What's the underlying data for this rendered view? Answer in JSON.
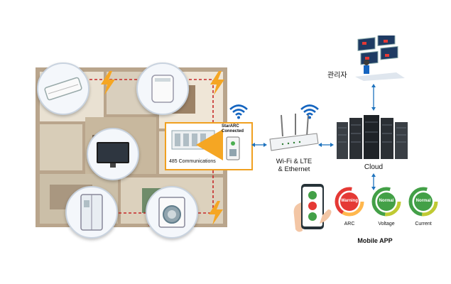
{
  "comm_box": {
    "label": "485 Communications",
    "device_label_line1": "StarARC",
    "device_label_line2": "Connected"
  },
  "network": {
    "router_label_line1": "Wi-Fi & LTE",
    "router_label_line2": "& Ethernet"
  },
  "cloud_label": "Cloud",
  "admin_label": "관리자",
  "mobile": {
    "title": "Mobile APP",
    "gauges": [
      {
        "name": "ARC",
        "status": "Warning",
        "color": "#e53935"
      },
      {
        "name": "Voltage",
        "status": "Normal",
        "color": "#43a047"
      },
      {
        "name": "Current",
        "status": "Normal",
        "color": "#43a047"
      }
    ]
  },
  "colors": {
    "arrow": "#1e73be",
    "dashed_line": "#c62828",
    "lightning": "#f5a623",
    "wifi": "#1565c0",
    "comm_border": "#f0a020"
  }
}
